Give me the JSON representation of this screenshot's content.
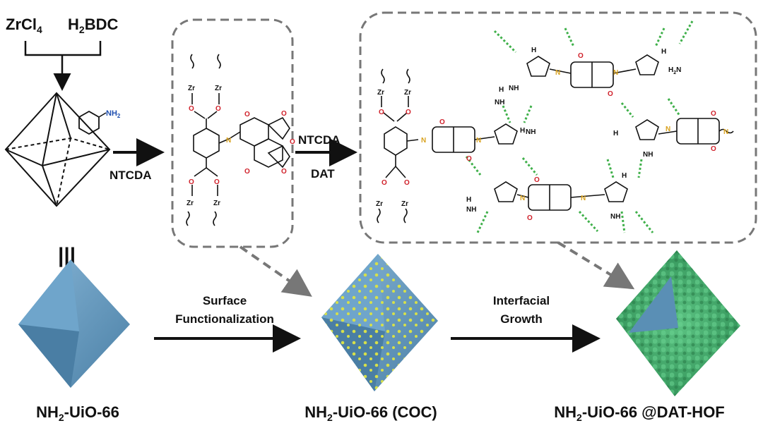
{
  "reagents": {
    "zrcl4": "ZrCl",
    "zrcl4_sub": "4",
    "h2bdc_a": "H",
    "h2bdc_sub": "2",
    "h2bdc_b": "BDC"
  },
  "amine_label": "NH",
  "amine_sub": "2",
  "step1_label": "NTCDA",
  "step2_label_a": "NTCDA",
  "step2_label_b": "DAT",
  "surface_label_1": "Surface",
  "surface_label_2": "Functionalization",
  "growth_label_1": "Interfacial",
  "growth_label_2": "Growth",
  "equiv_symbol": "|||",
  "atoms": {
    "zr": "Zr",
    "o": "O",
    "n": "N",
    "h": "H",
    "nh": "NH",
    "h2n": "H",
    "h2n_sub": "2",
    "h2n_tail": "N"
  },
  "products": [
    {
      "pre": "NH",
      "sub": "2",
      "post": "-UiO-66"
    },
    {
      "pre": "NH",
      "sub": "2",
      "post": "-UiO-66 (COC)"
    },
    {
      "pre": "NH",
      "sub": "2",
      "post": "-UiO-66 @DAT-HOF"
    }
  ],
  "colors": {
    "crystal": "#5e93b8",
    "crystal_dark": "#3f7297",
    "hof": "#3fa86a",
    "dots": "#d6e04a",
    "box": "#777777",
    "hbond": "#3fb04a",
    "o_red": "#d0202a",
    "n_amber": "#d9a21f"
  }
}
